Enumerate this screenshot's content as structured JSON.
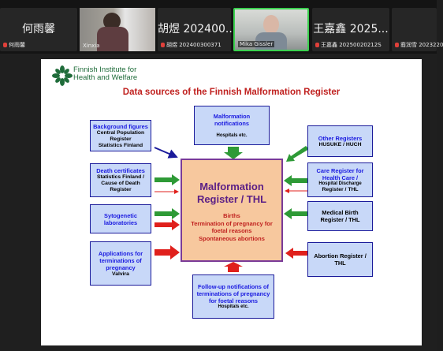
{
  "participants": [
    {
      "display": "何雨馨",
      "name": "何雨馨"
    },
    {
      "display": "",
      "name": "Xinxia"
    },
    {
      "display": "胡煜 202400...",
      "name": "胡煜 202400300371"
    },
    {
      "display": "",
      "name": "Mika Gissler"
    },
    {
      "display": "王嘉鑫 2025...",
      "name": "王嘉鑫 20250020212S"
    },
    {
      "display": "",
      "name": "裔润雪 2023220"
    }
  ],
  "slide": {
    "logo_line1": "Finnish Institute for",
    "logo_line2": "Health and Welfare",
    "title": "Data sources of the Finnish Malformation Register",
    "center": {
      "title_line1": "Malformation",
      "title_line2": "Register / THL",
      "items": [
        "Births",
        "Termination of pregnancy for",
        "foetal reasons",
        "Spontaneous abortions"
      ]
    },
    "boxes": {
      "background": {
        "heading": "Background figures",
        "lines": [
          "Central Population",
          "Register",
          "Statistics Finland"
        ]
      },
      "death": {
        "heading": "Death certificates",
        "lines": [
          "Statistics Finland /",
          "Cause of Death",
          "Register"
        ]
      },
      "sytogenetic": {
        "heading": "Sytogenetic laboratories"
      },
      "applications": {
        "heading": "Applications for terminations of pregnancy",
        "lines": [
          "Valvira"
        ]
      },
      "malformation_notifications": {
        "heading": "Malformation notifications",
        "lines": [
          "Hospitals etc."
        ]
      },
      "followup": {
        "heading": "Follow-up notifications of terminations of pregnancy for foetal reasons",
        "lines": [
          "Hospitals etc."
        ]
      },
      "other_registers": {
        "heading": "Other Registers",
        "lines": [
          "HUSUKE / HUCH"
        ]
      },
      "care_register": {
        "heading": "Care Register for Health Care /",
        "lines": [
          "Hospital Discharge",
          "Register / THL"
        ]
      },
      "medical_birth": {
        "heading": "Medical Birth Register / THL"
      },
      "abortion": {
        "heading": "Abortion Register / THL"
      }
    }
  },
  "colors": {
    "accent_green": "#3bd14f",
    "thl_green": "#1f6c3a",
    "title_red": "#c0211f",
    "box_blue": "#1a1a9a",
    "box_fill": "#c8d8f8",
    "center_fill": "#f7c89e",
    "center_text": "#5b1f86"
  }
}
